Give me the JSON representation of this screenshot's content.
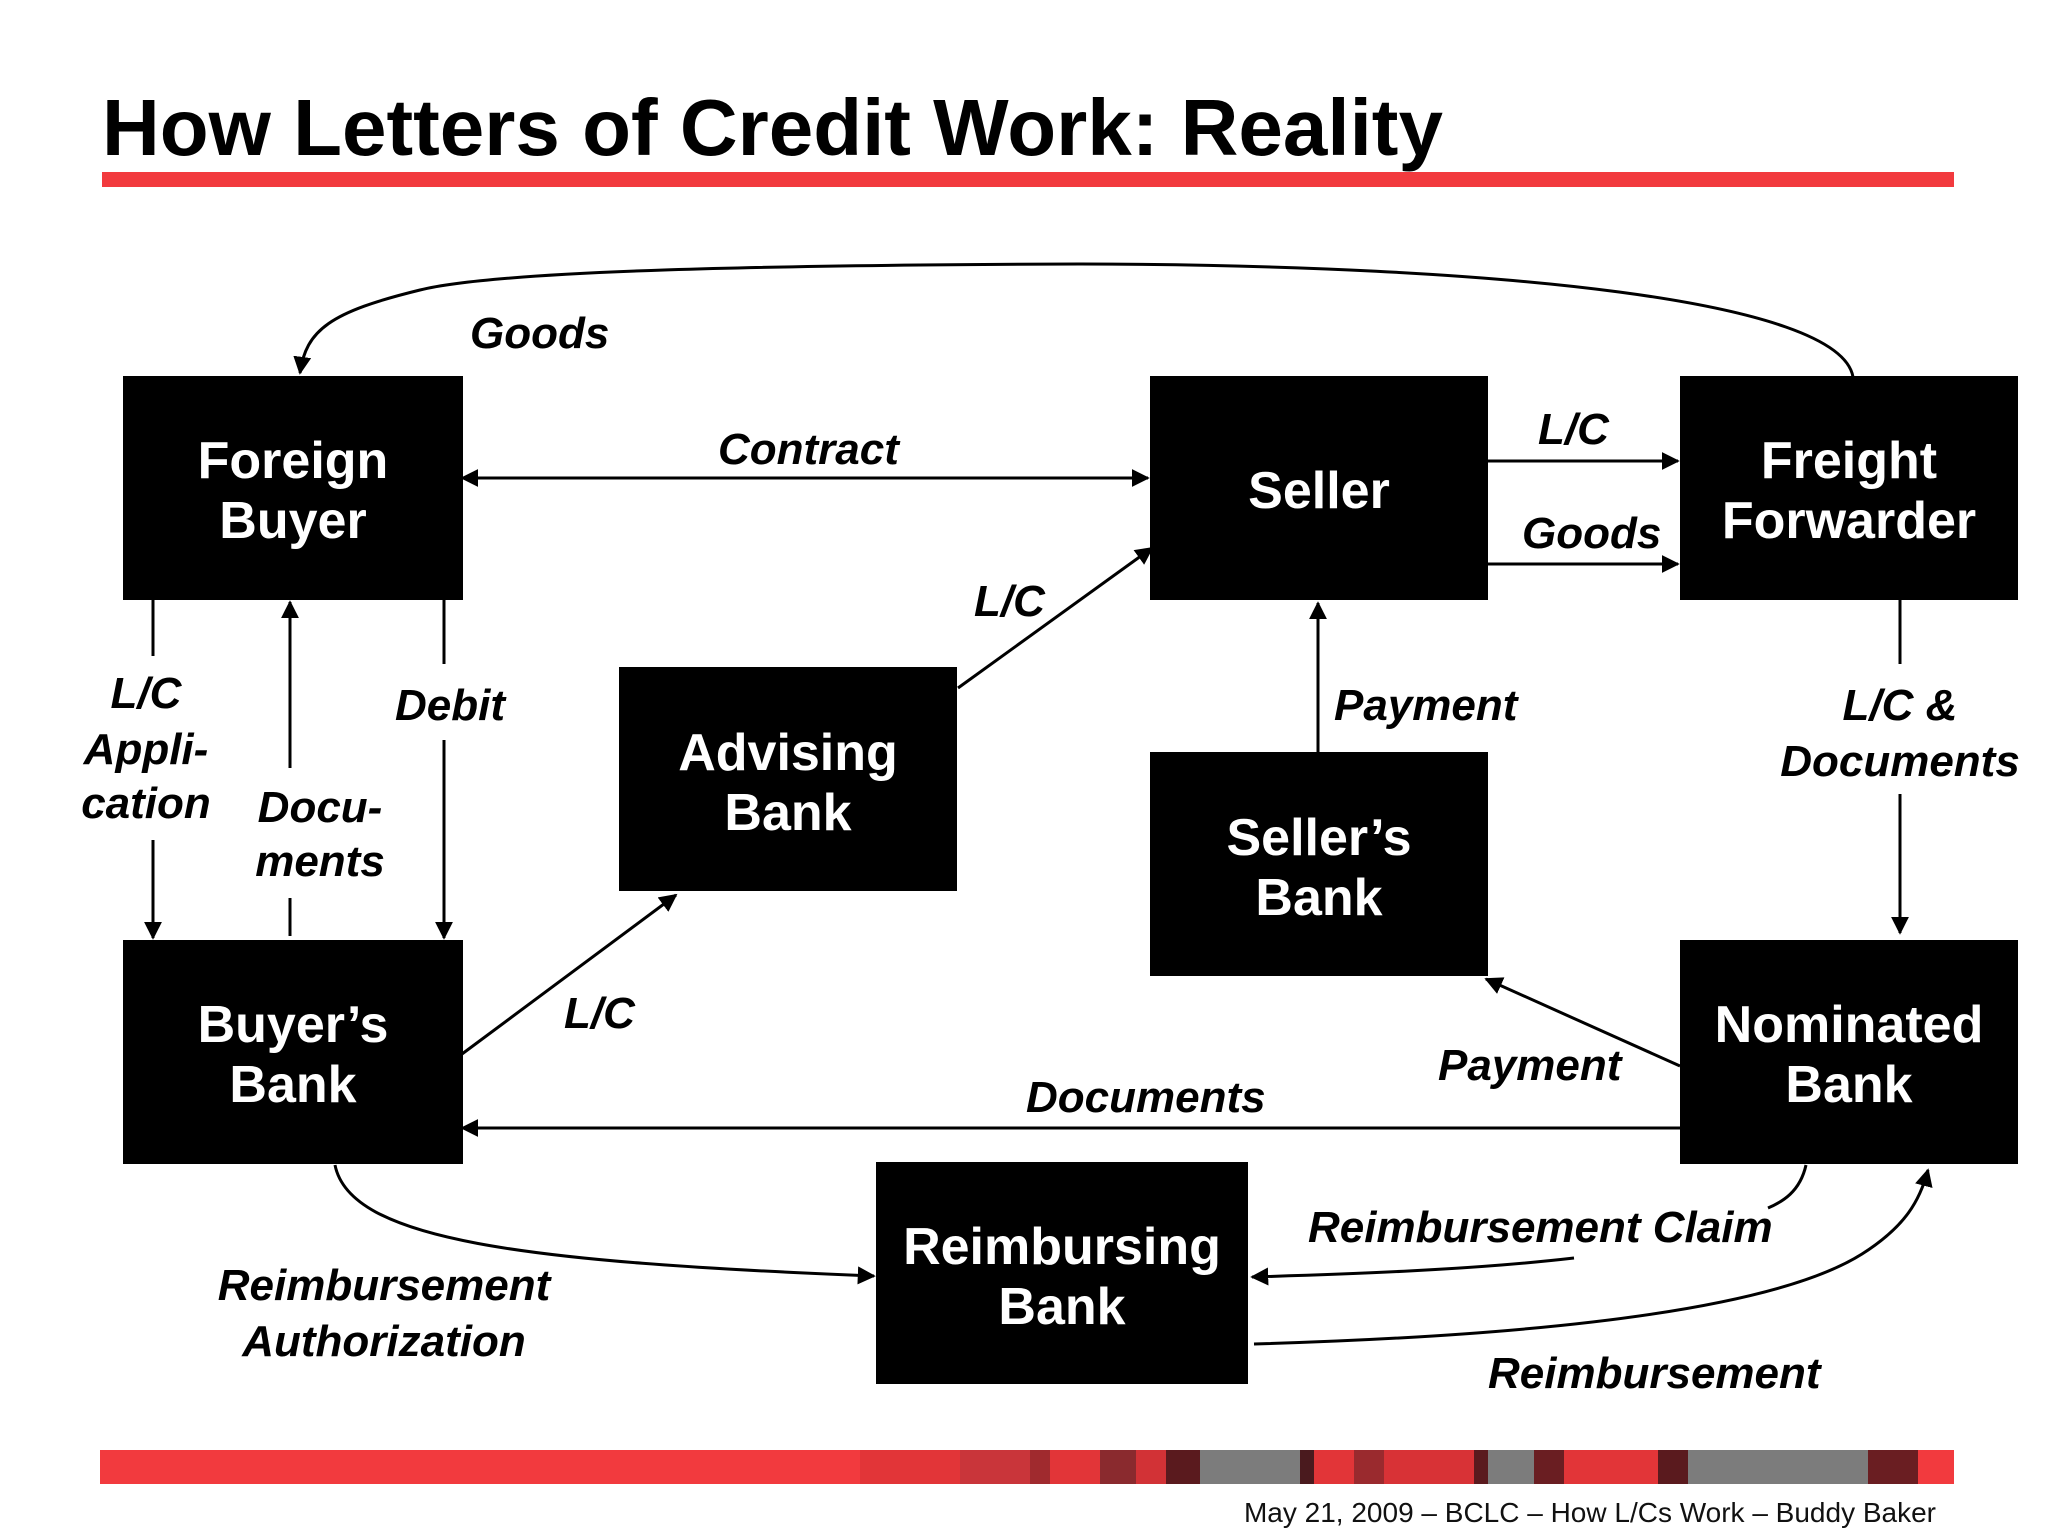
{
  "title": "How Letters of Credit Work: Reality",
  "footer": "May 21, 2009 – BCLC – How L/Cs Work – Buddy Baker",
  "colors": {
    "accent": "#f23a3e",
    "box": "#000000",
    "box_text": "#ffffff"
  },
  "nodes": {
    "foreign_buyer": [
      "Foreign",
      "Buyer"
    ],
    "seller": [
      "Seller"
    ],
    "freight_forwarder": [
      "Freight",
      "Forwarder"
    ],
    "advising_bank": [
      "Advising",
      "Bank"
    ],
    "sellers_bank": [
      "Seller’s",
      "Bank"
    ],
    "buyers_bank": [
      "Buyer’s",
      "Bank"
    ],
    "nominated_bank": [
      "Nominated",
      "Bank"
    ],
    "reimbursing_bank": [
      "Reimbursing",
      "Bank"
    ]
  },
  "flows": {
    "goods_top": "Goods",
    "contract": "Contract",
    "lc_seller_ff": "L/C",
    "goods_seller_ff": "Goods",
    "lc_advising_seller": "L/C",
    "lc_application": [
      "L/C",
      "Appli-",
      "cation"
    ],
    "documents_left": [
      "Docu-",
      "ments"
    ],
    "debit": "Debit",
    "payment_sellers_bank": "Payment",
    "lc_documents": [
      "L/C &",
      "Documents"
    ],
    "lc_buyers_advising": "L/C",
    "payment_nominated": "Payment",
    "documents_bottom": "Documents",
    "reimbursement_claim": "Reimbursement Claim",
    "reimbursement_authorization": [
      "Reimbursement",
      "Authorization"
    ],
    "reimbursement": "Reimbursement"
  }
}
